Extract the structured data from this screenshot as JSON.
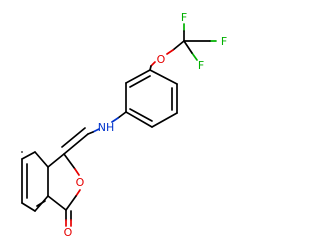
{
  "diagram": {
    "atoms": {
      "f1": "F",
      "f2": "F",
      "f3": "F",
      "o_ether": "O",
      "nh": "NH",
      "o_ring": "O",
      "o_carbonyl": "O"
    },
    "colors": {
      "bond": "#000000",
      "oxygen": "#e60000",
      "fluorine": "#00b000",
      "nitrogen": "#0033cc",
      "background": "#ffffff"
    }
  }
}
